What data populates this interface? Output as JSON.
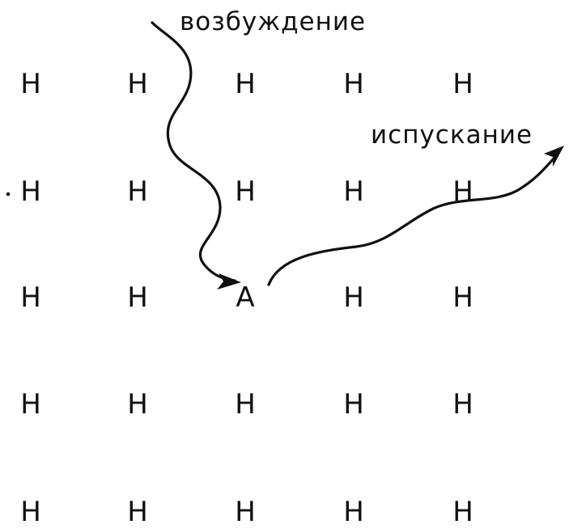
{
  "labels": {
    "excitation": "возбуждение",
    "emission": "испускание"
  },
  "lattice": {
    "rows": [
      [
        "H",
        "H",
        "H",
        "H",
        "H"
      ],
      [
        "H",
        "H",
        "H",
        "H",
        "H"
      ],
      [
        "H",
        "H",
        "A",
        "H",
        "H"
      ],
      [
        "H",
        "H",
        "H",
        "H",
        "H"
      ],
      [
        "H",
        "H",
        "H",
        "H",
        "H"
      ]
    ]
  },
  "colors": {
    "ink": "#111111",
    "background": "#ffffff"
  }
}
